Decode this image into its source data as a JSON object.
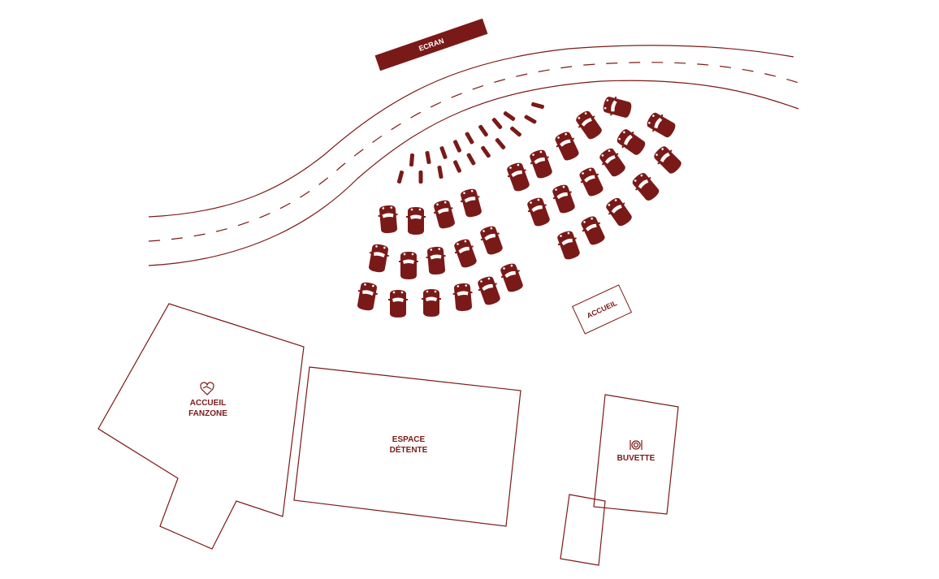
{
  "colors": {
    "primary": "#7a1a18"
  },
  "labels": {
    "screen": "ECRAN",
    "welcome": "ACCUEIL",
    "fanzone": [
      "ACCUEIL",
      "FANZONE"
    ],
    "relax": [
      "ESPACE",
      "DÉTENTE"
    ],
    "bar": "BUVETTE"
  },
  "icons": {
    "fanzone": "heart-handshake-icon",
    "bar": "plate-cutlery-icon",
    "parking": "car-icon",
    "moto": "motorbike-icon"
  }
}
